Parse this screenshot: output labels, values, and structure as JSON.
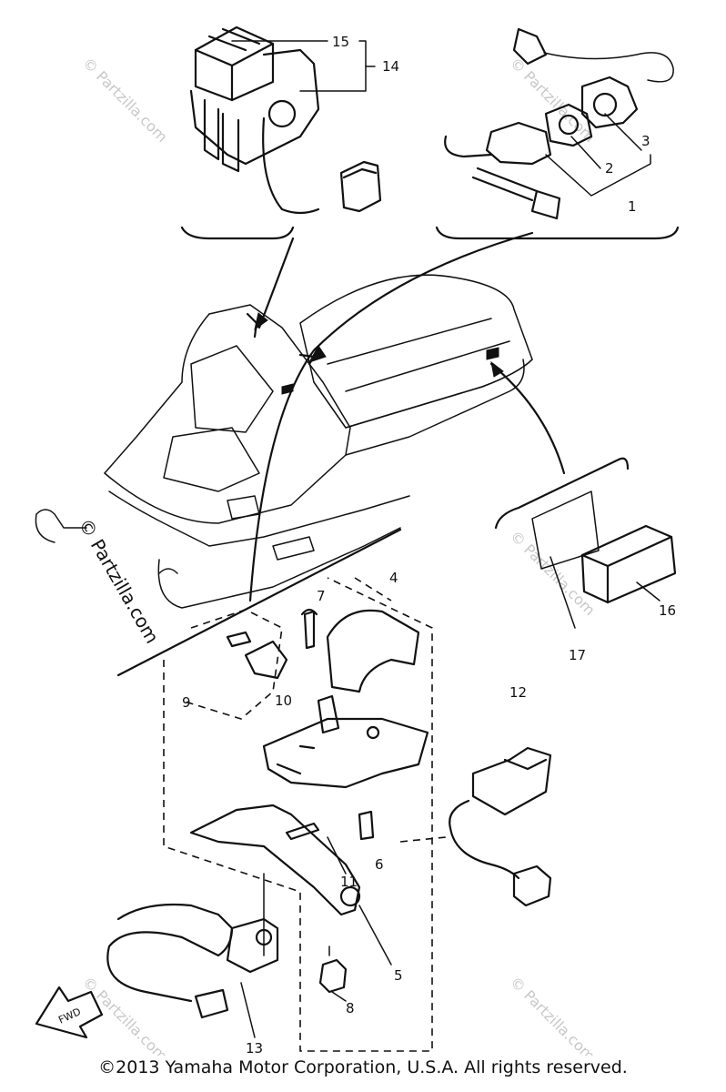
{
  "watermark_text": "© Partzilla.com",
  "callouts": {
    "c1": "1",
    "c2": "2",
    "c3": "3",
    "c4": "4",
    "c5": "5",
    "c6": "6",
    "c7": "7",
    "c8": "8",
    "c9": "9",
    "c10": "10",
    "c11": "11",
    "c12": "12",
    "c13": "13",
    "c14": "14",
    "c15": "15",
    "c16": "16",
    "c17": "17"
  },
  "fwd_arrow_label": "FWD",
  "copyright": "©2013  Yamaha Motor Corporation, U.S.A. All rights reserved."
}
